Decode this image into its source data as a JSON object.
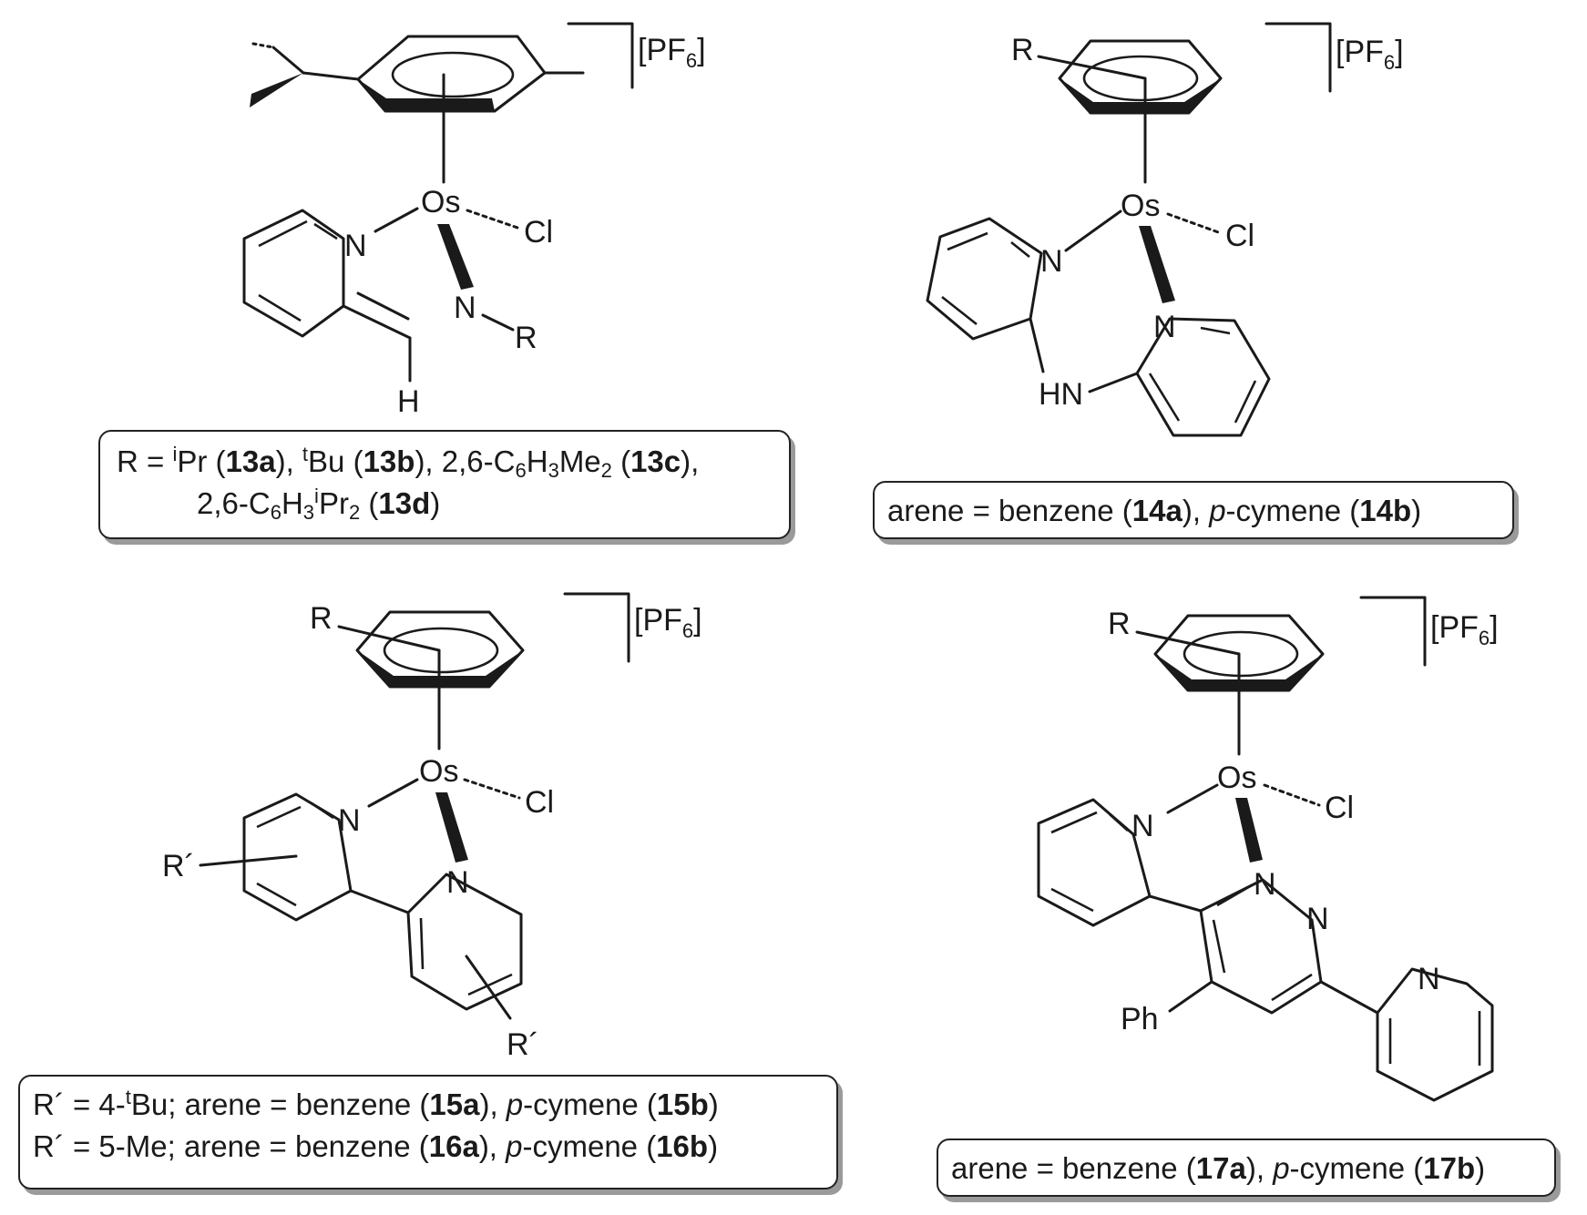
{
  "atoms": {
    "os": "Os",
    "cl": "Cl",
    "n": "N",
    "h": "H",
    "r": "R",
    "r_prime": "R´",
    "hn": "HN",
    "ph": "Ph"
  },
  "counterion": {
    "base": "[PF",
    "sub": "6",
    "close": "]"
  },
  "labels": {
    "box13": {
      "line1": {
        "r_eq": "R = ",
        "ipr_sup": "i",
        "ipr": "Pr (",
        "c13a": "13a",
        "sep1": "), ",
        "tbu_sup": "t",
        "tbu": "Bu (",
        "c13b": "13b",
        "sep2": "), 2,6-C",
        "s6": "6",
        "h": "H",
        "s3": "3",
        "me": "Me",
        "s2": "2",
        "open": " (",
        "c13c": "13c",
        "close": "),"
      },
      "line2": {
        "pre": "2,6-C",
        "s6": "6",
        "h": "H",
        "s3": "3",
        "i_sup": "i",
        "pr": "Pr",
        "s2": "2",
        "open": " (",
        "c13d": "13d",
        "close": ")"
      }
    },
    "box14": {
      "pre": "arene = benzene (",
      "c14a": "14a",
      "mid": "), ",
      "p": "p",
      "cym": "-cymene (",
      "c14b": "14b",
      "close": ")"
    },
    "box15_16": {
      "line1": {
        "pre": "R´ = 4-",
        "t_sup": "t",
        "bu": "Bu; arene = benzene (",
        "c15a": "15a",
        "mid": "), ",
        "p": "p",
        "cym": "-cymene (",
        "c15b": "15b",
        "close": ")"
      },
      "line2": {
        "pre": "R´ = 5-Me; arene = benzene (",
        "c16a": "16a",
        "mid": "), ",
        "p": "p",
        "cym": "-cymene (",
        "c16b": "16b",
        "close": ")"
      }
    },
    "box17": {
      "pre": "arene = benzene (",
      "c17a": "17a",
      "mid": "), ",
      "p": "p",
      "cym": "-cymene (",
      "c17b": "17b",
      "close": ")"
    }
  }
}
